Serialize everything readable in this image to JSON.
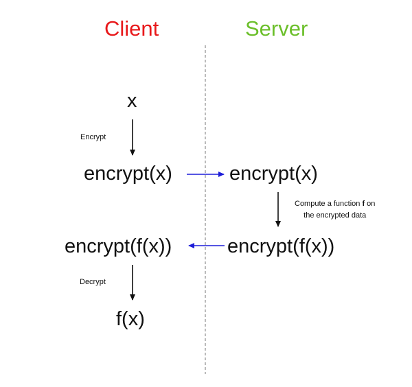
{
  "headers": {
    "client": "Client",
    "server": "Server"
  },
  "client": {
    "x": "x",
    "encrypt_label": "Encrypt",
    "encrypted_x": "encrypt(x)",
    "encrypted_fx": "encrypt(f(x))",
    "decrypt_label": "Decrypt",
    "fx": "f(x)"
  },
  "server": {
    "encrypted_x": "encrypt(x)",
    "compute_note_pre": "Compute a function ",
    "compute_note_bold": "f",
    "compute_note_post": " on",
    "compute_note_line2": "the encrypted data",
    "encrypted_fx": "encrypt(f(x))"
  },
  "colors": {
    "client_header": "#e8191b",
    "server_header": "#6bbf2a",
    "transfer_arrow": "#1d1dd8",
    "flow_arrow": "#111111",
    "divider": "#777777"
  }
}
